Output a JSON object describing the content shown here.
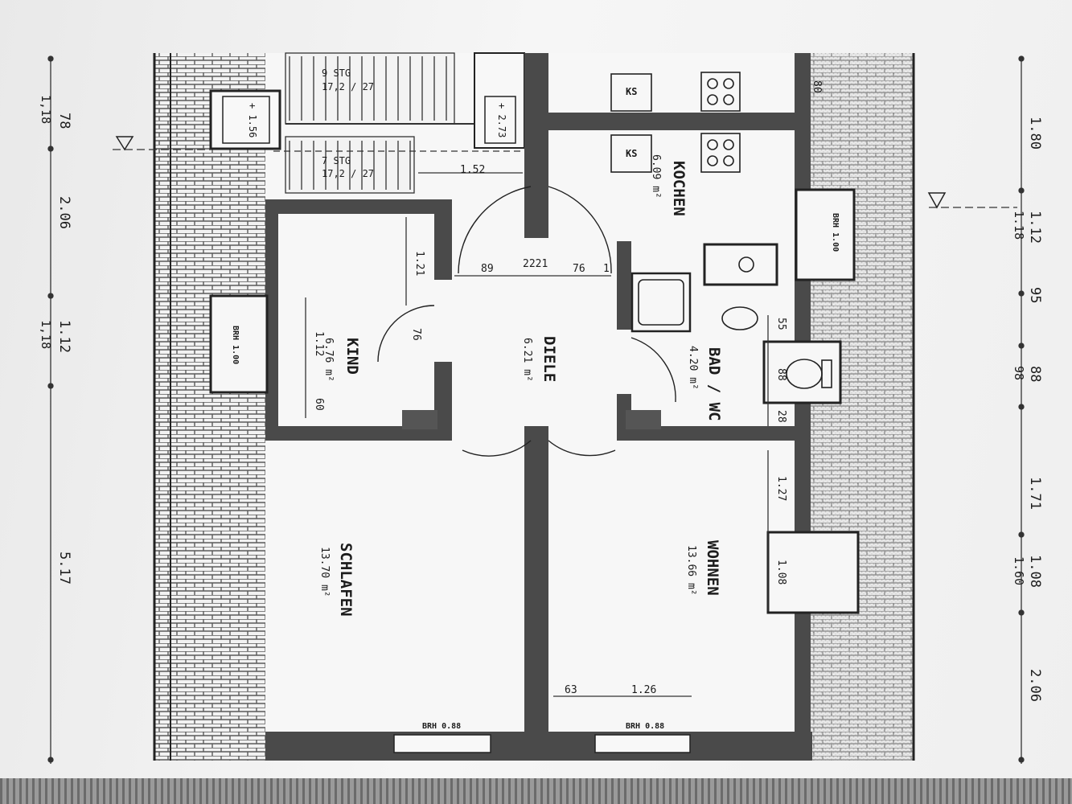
{
  "rooms": {
    "kochen": {
      "name": "KOCHEN",
      "area": "6.09 m²"
    },
    "kind": {
      "name": "KIND",
      "area": "6.76 m²"
    },
    "diele": {
      "name": "DIELE",
      "area": "6.21 m²"
    },
    "bad": {
      "name": "BAD / WC",
      "area": "4.20 m²"
    },
    "schlafen": {
      "name": "SCHLAFEN",
      "area": "13.70 m²"
    },
    "wohnen": {
      "name": "WOHNEN",
      "area": "13.66 m²"
    }
  },
  "stairs": {
    "upper": "9 STG",
    "upper_ratio": "17,2 / 27",
    "lower": "7 STG",
    "lower_ratio": "17,2 / 27"
  },
  "fixtures": {
    "ks1": "KS",
    "ks2": "KS"
  },
  "brh": {
    "kind": "BRH 1.00",
    "kochen": "BRH 1.00",
    "schlafen": "BRH 0.88",
    "wohnen": "BRH 0.88"
  },
  "levels": {
    "left": "+ 1.56",
    "right": "+ 2.73"
  },
  "dims_top": {
    "upper": [
      "1.80",
      "1.12",
      "95",
      "88",
      "1.71",
      "1.08",
      "2.06"
    ],
    "lower": [
      "1.18",
      "98",
      "1.60"
    ]
  },
  "dims_bottom": {
    "upper": [
      "78",
      "2.06",
      "1.12",
      "5.17"
    ],
    "lower": [
      "1,18",
      "1,18"
    ]
  },
  "inner_dims": {
    "stair_width": "1.52",
    "d_121": "1.21",
    "d_89": "89",
    "d_2221": "2221",
    "d_76a": "76",
    "d_1": "1",
    "d_76b": "76",
    "d_112": "1.12",
    "d_60": "60",
    "d_55": "55",
    "d_88": "88",
    "d_28": "28",
    "d_127": "1.27",
    "d_108": "1.08",
    "d_63": "63",
    "d_126": "1.26",
    "d_80": "80",
    "d_88b": "88",
    "d_98": "98"
  }
}
